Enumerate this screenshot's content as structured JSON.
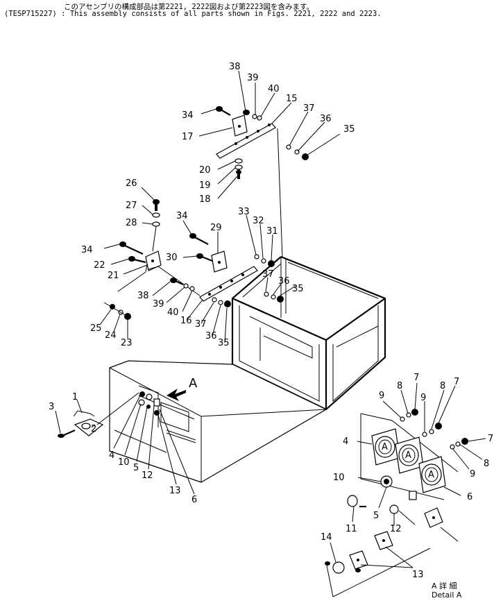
{
  "header": {
    "line1": "このアセンブリの構成部品は第2221, 2222図および第2223図を含みます。",
    "line2": "(TESP715227) : This assembly consists of all parts shown in Figs. 2221, 2222 and 2223."
  },
  "view_marker": "A",
  "detail_label": {
    "jp": "A 詳 細",
    "en": "Detail A"
  },
  "callouts": {
    "c1": "1",
    "c2": "2",
    "c3": "3",
    "c4": "4",
    "c5": "5",
    "c6": "6",
    "c10": "10",
    "c12": "12",
    "c13": "13",
    "c15": "15",
    "c16": "16",
    "c17": "17",
    "c18": "18",
    "c19": "19",
    "c20": "20",
    "c21": "21",
    "c22": "22",
    "c23": "23",
    "c24": "24",
    "c25": "25",
    "c26": "26",
    "c27": "27",
    "c28": "28",
    "c29": "29",
    "c30": "30",
    "c31": "31",
    "c32": "32",
    "c33": "33",
    "c34a": "34",
    "c34b": "34",
    "c34c": "34",
    "c35a": "35",
    "c35b": "35",
    "c35c": "35",
    "c36a": "36",
    "c36b": "36",
    "c36c": "36",
    "c37a": "37",
    "c37b": "37",
    "c37c": "37",
    "c38a": "38",
    "c38b": "38",
    "c39a": "39",
    "c39b": "39",
    "c40a": "40",
    "c40b": "40",
    "d4": "4",
    "d5": "5",
    "d6": "6",
    "d7a": "7",
    "d7b": "7",
    "d7c": "7",
    "d8a": "8",
    "d8b": "8",
    "d8c": "8",
    "d9a": "9",
    "d9b": "9",
    "d9c": "9",
    "d10": "10",
    "d11": "11",
    "d12": "12",
    "d13": "13",
    "d14": "14"
  }
}
